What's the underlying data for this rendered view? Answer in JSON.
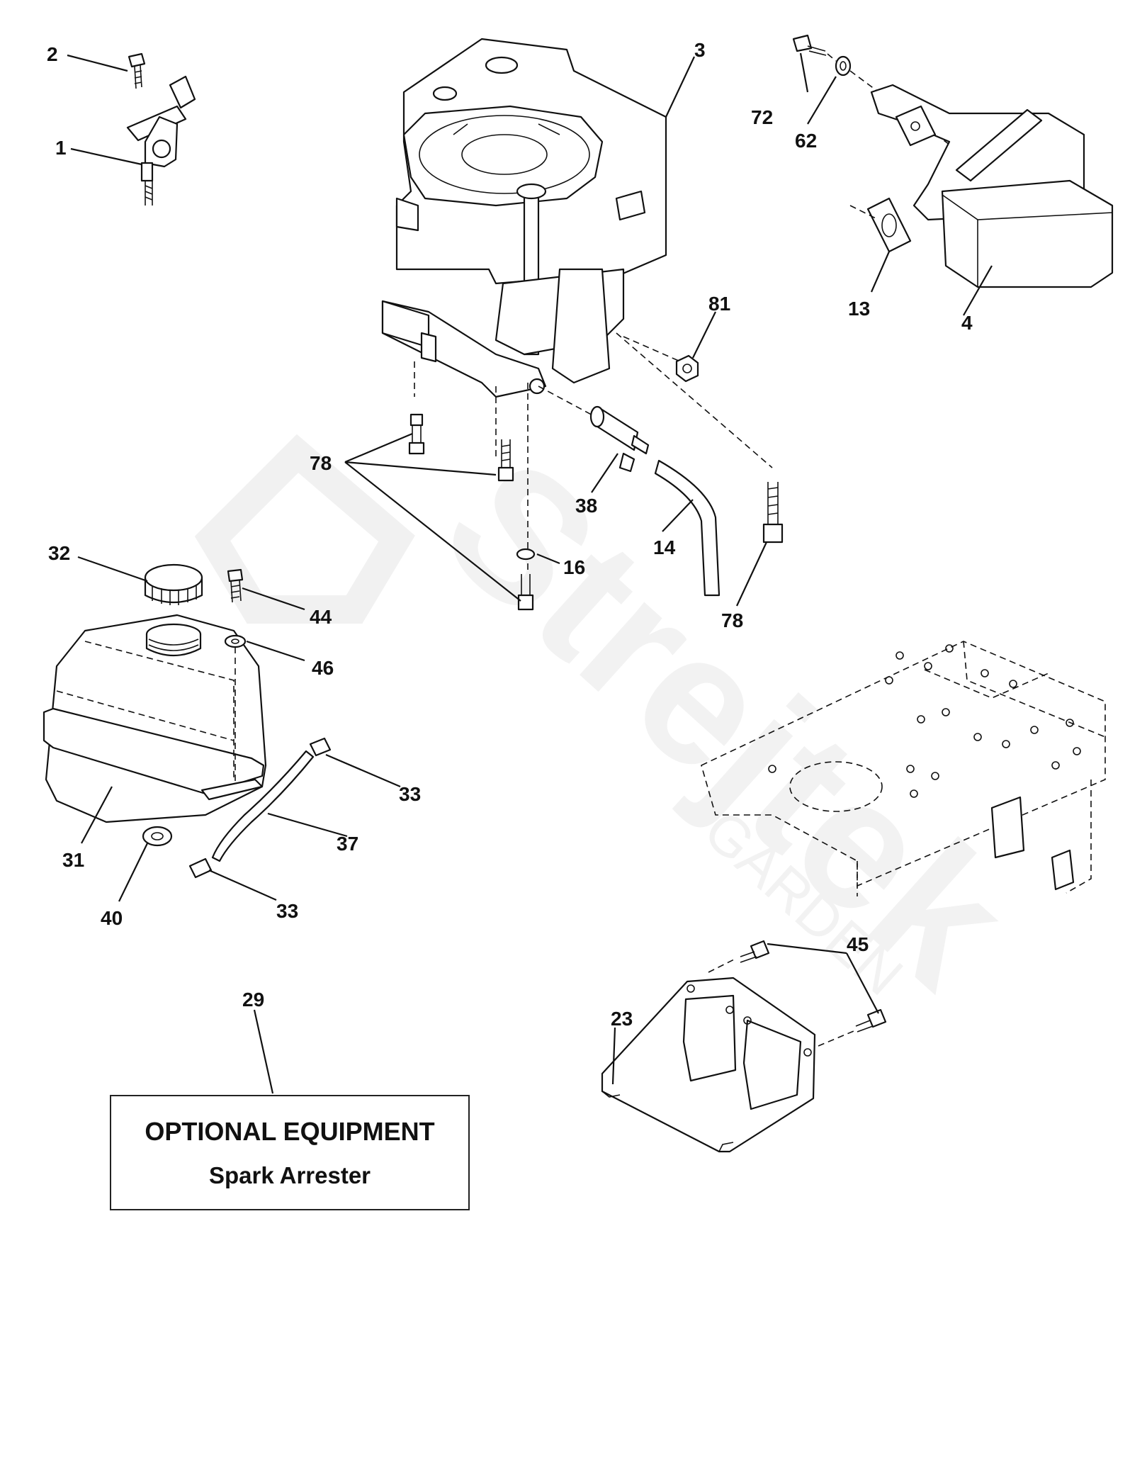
{
  "watermark": {
    "brand": "Strejtek",
    "sub": "GARDEN"
  },
  "callouts": {
    "c1": "1",
    "c2": "2",
    "c3": "3",
    "c4": "4",
    "c13": "13",
    "c14": "14",
    "c16": "16",
    "c23": "23",
    "c29": "29",
    "c31": "31",
    "c32": "32",
    "c33a": "33",
    "c33b": "33",
    "c37": "37",
    "c38": "38",
    "c40": "40",
    "c44": "44",
    "c45": "45",
    "c46": "46",
    "c62": "62",
    "c72": "72",
    "c78a": "78",
    "c78b": "78",
    "c81": "81"
  },
  "optional_box": {
    "title": "OPTIONAL EQUIPMENT",
    "subtitle": "Spark Arrester"
  }
}
